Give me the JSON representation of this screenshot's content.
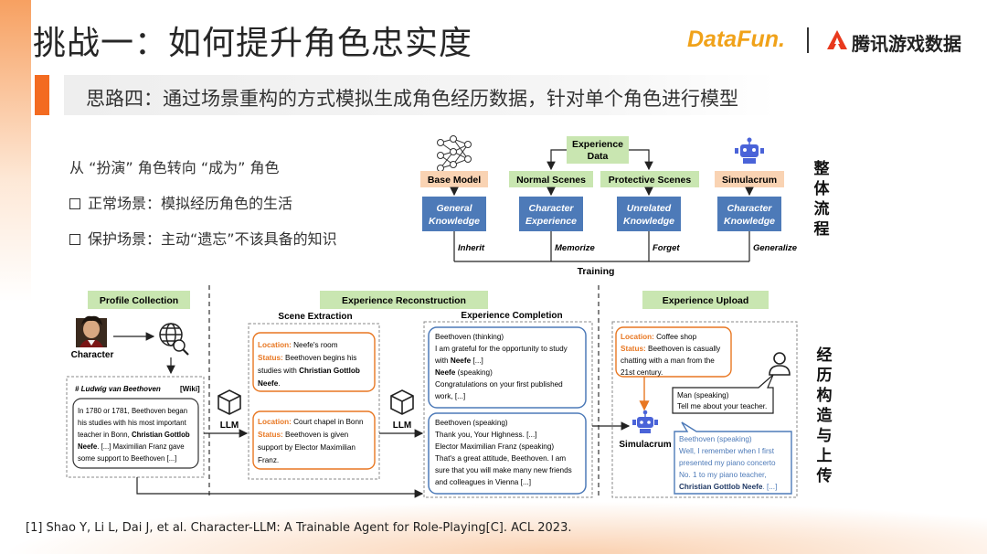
{
  "header": {
    "title": "挑战一：如何提升角色忠实度",
    "logo_datafun": "DataFun.",
    "logo_tencent": "腾讯游戏数据"
  },
  "subtitle": "思路四：通过场景重构的方式模拟生成角色经历数据，针对单个角色进行模型",
  "bullets": {
    "heading": "从 “扮演” 角色转向 “成为” 角色",
    "items": [
      "正常场景：模拟经历角色的生活",
      "保护场景：主动“遗忘”不该具备的知识"
    ]
  },
  "side_labels": {
    "top": "整体流程",
    "bottom": "经历构造与上传"
  },
  "overview": {
    "experience_data_line1": "Experience",
    "experience_data_line2": "Data",
    "columns": [
      {
        "header": "Base Model",
        "box_line1": "General",
        "box_line2": "Knowledge",
        "action": "Inherit"
      },
      {
        "header": "Normal Scenes",
        "box_line1": "Character",
        "box_line2": "Experience",
        "action": "Memorize"
      },
      {
        "header": "Protective Scenes",
        "box_line1": "Unrelated",
        "box_line2": "Knowledge",
        "action": "Forget"
      },
      {
        "header": "Simulacrum",
        "box_line1": "Character",
        "box_line2": "Knowledge",
        "action": "Generalize"
      }
    ],
    "training": "Training"
  },
  "pipeline": {
    "profile_collection": "Profile Collection",
    "experience_reconstruction": "Experience Reconstruction",
    "experience_upload": "Experience Upload",
    "scene_extraction": "Scene Extraction",
    "experience_completion": "Experience Completion",
    "character_label": "Character",
    "llm_label_1": "LLM",
    "llm_label_2": "LLM",
    "simulacrum_label": "Simulacrum",
    "wiki_title": "# Ludwig van Beethoven",
    "wiki_tag": "[Wiki]",
    "wiki_lines": [
      {
        "pre": "In 1780 or 1781, Beethoven began",
        "bold": "",
        "post": ""
      },
      {
        "pre": "his studies with his most important",
        "bold": "",
        "post": ""
      },
      {
        "pre": "teacher in Bonn, ",
        "bold": "Christian Gottlob",
        "post": ""
      },
      {
        "pre": "",
        "bold": "Neefe",
        "post": ". [...] Maximilian Franz gave"
      },
      {
        "pre": "some support to Beethoven [...]",
        "bold": "",
        "post": ""
      }
    ],
    "scene1": {
      "location_key": "Location:",
      "location_val": "Neefe's room",
      "status_key": "Status:",
      "status_val_1": "Beethoven begins his",
      "status_val_2_pre": "studies with ",
      "status_val_2_bold": "Christian Gottlob",
      "status_val_3_bold": "Neefe",
      "status_val_3_post": "."
    },
    "scene2": {
      "location_key": "Location:",
      "location_val": "Court chapel in Bonn",
      "status_key": "Status:",
      "status_val_1": "Beethoven is given",
      "status_val_2": "support by Elector Maximilian",
      "status_val_3": "Franz."
    },
    "completion1": [
      {
        "pre": "Beethoven (thinking)",
        "bold": ""
      },
      {
        "pre": "I am grateful for the opportunity to study",
        "bold": ""
      },
      {
        "pre": "with ",
        "bold": "Neefe",
        "post": " [...]"
      },
      {
        "pre": "",
        "bold": "Neefe",
        "post": " (speaking)"
      },
      {
        "pre": "Congratulations on your first published",
        "bold": ""
      },
      {
        "pre": "work, [...]",
        "bold": ""
      }
    ],
    "completion2": [
      "Beethoven (speaking)",
      "Thank you, Your Highness. [...]",
      "Elector Maximilian Franz (speaking)",
      "That's a great attitude, Beethoven. I am",
      "sure that you will make many new friends",
      "and colleagues in Vienna [...]"
    ],
    "upload_scene": {
      "location_key": "Location:",
      "location_val": "Coffee shop",
      "status_key": "Status:",
      "status_val_1": "Beethoven is casually",
      "status_val_2": "chatting with a man from the",
      "status_val_3": "21st century."
    },
    "man_bubble": [
      "Man (speaking)",
      "Tell me about your teacher."
    ],
    "reply_bubble": {
      "line1": "Beethoven (speaking)",
      "line2": "Well, I remember when I first",
      "line3": "presented my piano concerto",
      "line4": "No. 1 to my piano teacher,",
      "line5_bold": "Christian Gottlob Neefe",
      "line5_post": ". [...]"
    }
  },
  "footnote": "[1] Shao Y, Li L, Dai J, et al. Character-LLM: A Trainable Agent for Role-Playing[C]. ACL 2023.",
  "colors": {
    "accent_orange": "#f36b21",
    "green_header": "#c9e6b1",
    "orange_header": "#f9d3b3",
    "blue_box": "#4d7ab8",
    "dark_blue_text": "#1f3864",
    "logo_orange": "#f0a21a",
    "tencent_red": "#e8391d"
  }
}
